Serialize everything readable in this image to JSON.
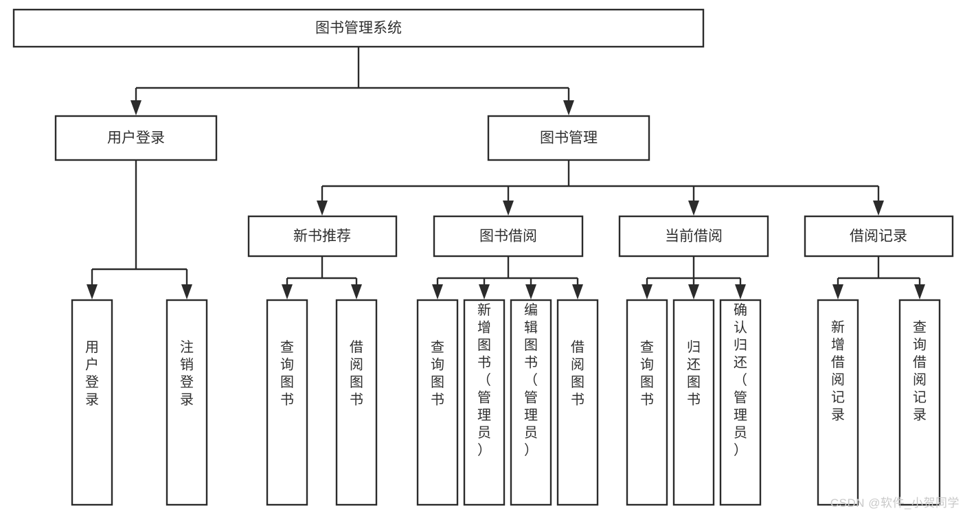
{
  "diagram": {
    "title": "图书管理系统",
    "watermark": "CSDN @软件_小贺同学",
    "type": "tree-hierarchy-diagram",
    "colors": {
      "box_stroke": "#2b2b2b",
      "box_fill": "#ffffff",
      "text": "#2f2f2f",
      "background": "#ffffff",
      "watermark": "#c9c9c9"
    },
    "root": {
      "label": "图书管理系统"
    },
    "level2": [
      {
        "label": "用户登录"
      },
      {
        "label": "图书管理"
      }
    ],
    "level3": [
      {
        "label": "新书推荐"
      },
      {
        "label": "图书借阅"
      },
      {
        "label": "当前借阅"
      },
      {
        "label": "借阅记录"
      }
    ],
    "leaves": {
      "user_login": [
        {
          "label": "用户登录"
        },
        {
          "label": "注销登录"
        }
      ],
      "new_book_recommend": [
        {
          "label": "查询图书"
        },
        {
          "label": "借阅图书"
        }
      ],
      "book_borrow": [
        {
          "label": "查询图书"
        },
        {
          "label": "新增图书（管理员）"
        },
        {
          "label": "编辑图书（管理员）"
        },
        {
          "label": "借阅图书"
        }
      ],
      "current_borrow": [
        {
          "label": "查询图书"
        },
        {
          "label": "归还图书"
        },
        {
          "label": "确认归还（管理员）"
        }
      ],
      "borrow_record": [
        {
          "label": "新增借阅记录"
        },
        {
          "label": "查询借阅记录"
        }
      ]
    }
  }
}
